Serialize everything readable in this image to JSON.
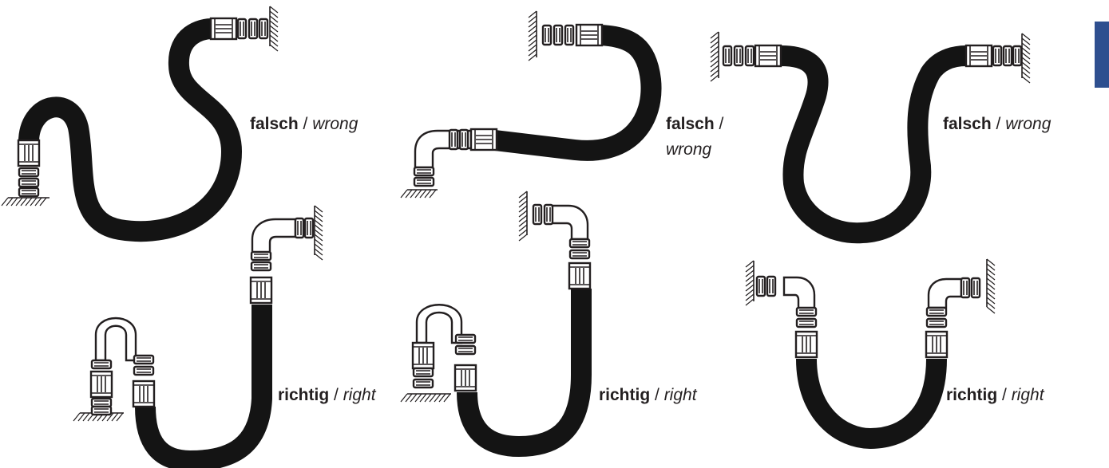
{
  "labels": {
    "wrong_de": "falsch",
    "wrong_sep": " / ",
    "wrong_en": "wrong",
    "right_de": "richtig",
    "right_sep": " / ",
    "right_en": "right"
  },
  "colors": {
    "hose": "#141414",
    "line": "#231f20",
    "tab": "#2e4f8f",
    "background": "#ffffff"
  }
}
